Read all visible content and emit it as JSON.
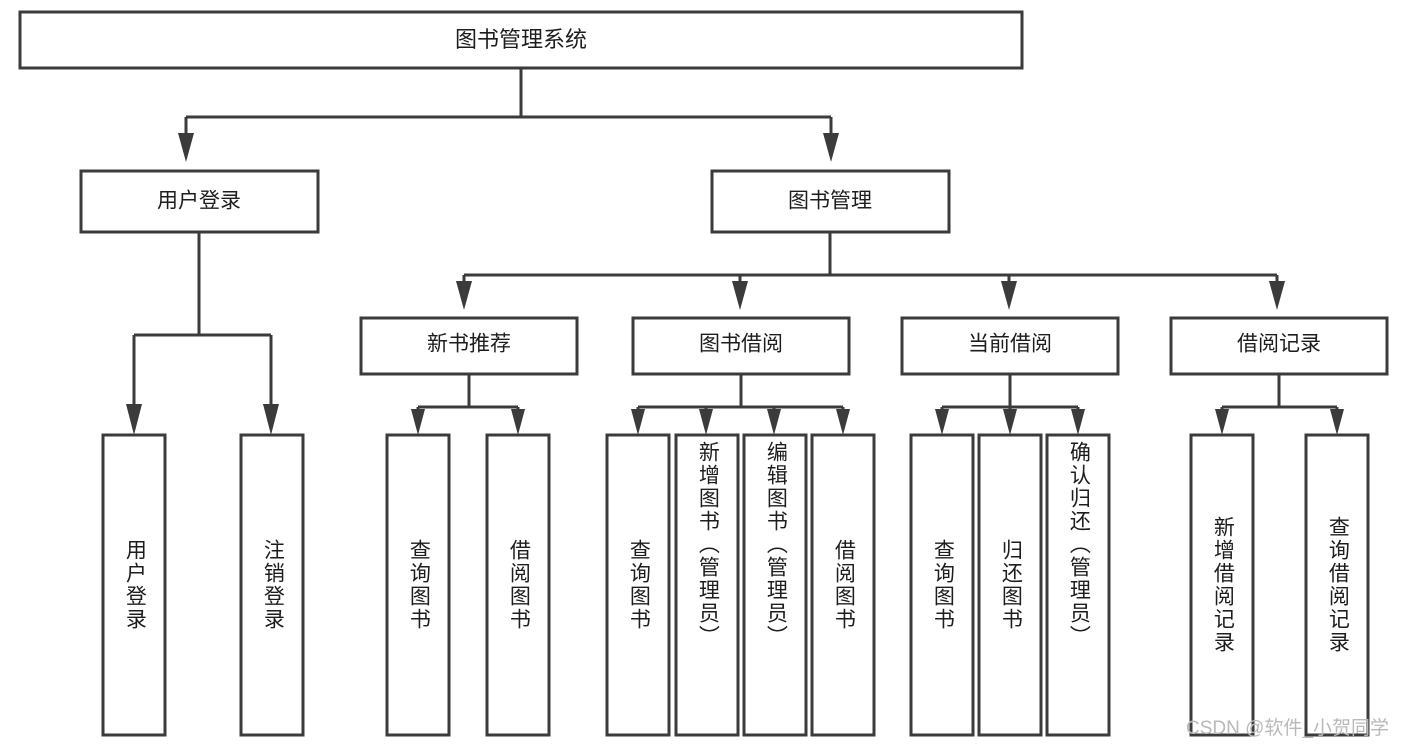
{
  "diagram": {
    "title": "图书管理系统",
    "colors": {
      "stroke": "#3b3b3b",
      "box_fill": "#ffffff",
      "text": "#1d1d1d",
      "background": "#ffffff",
      "watermark": "#b9b9b9"
    },
    "root": {
      "label": "图书管理系统"
    },
    "level1": [
      {
        "label": "用户登录"
      },
      {
        "label": "图书管理"
      }
    ],
    "level2": [
      {
        "label": "新书推荐"
      },
      {
        "label": "图书借阅"
      },
      {
        "label": "当前借阅"
      },
      {
        "label": "借阅记录"
      }
    ],
    "leaves": {
      "user_login": [
        {
          "label": "用户登录"
        },
        {
          "label": "注销登录"
        }
      ],
      "new_book_recommend": [
        {
          "label": "查询图书"
        },
        {
          "label": "借阅图书"
        }
      ],
      "book_borrow": [
        {
          "label": "查询图书"
        },
        {
          "label": "新增图书（管理员）"
        },
        {
          "label": "编辑图书（管理员）"
        },
        {
          "label": "借阅图书"
        }
      ],
      "current_borrow": [
        {
          "label": "查询图书"
        },
        {
          "label": "归还图书"
        },
        {
          "label": "确认归还（管理员）"
        }
      ],
      "borrow_record": [
        {
          "label": "新增借阅记录"
        },
        {
          "label": "查询借阅记录"
        }
      ]
    },
    "watermark": "CSDN @软件_小贺同学"
  }
}
